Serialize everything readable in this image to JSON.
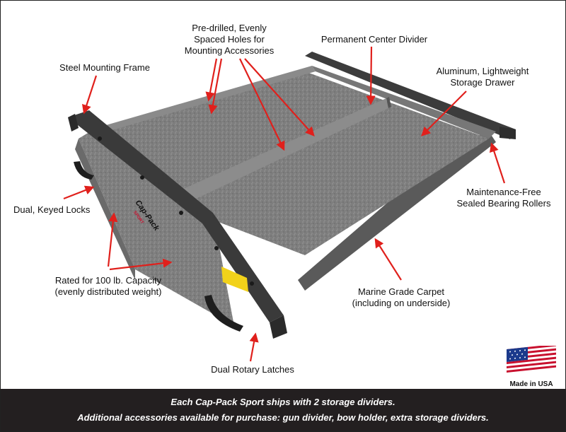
{
  "callouts": {
    "holes": [
      "Pre-drilled, Evenly",
      "Spaced Holes for",
      "Mounting Accessories"
    ],
    "center_divider": "Permanent Center Divider",
    "steel_frame": "Steel Mounting Frame",
    "drawer": [
      "Aluminum, Lightweight",
      "Storage Drawer"
    ],
    "locks": "Dual, Keyed Locks",
    "rollers": [
      "Maintenance-Free",
      "Sealed Bearing Rollers"
    ],
    "capacity": [
      "Rated for 100 lb. Capacity",
      "(evenly distributed weight)"
    ],
    "carpet": [
      "Marine Grade Carpet",
      "(including on underside)"
    ],
    "latches": "Dual Rotary Latches"
  },
  "product": {
    "brand_label": "Cap-Pack",
    "brand_sub": "SPORT"
  },
  "badge": {
    "label": "Made in USA",
    "flag_colors": {
      "red": "#c8102e",
      "blue": "#1b3a8c",
      "white": "#ffffff"
    }
  },
  "footer": {
    "line1": "Each Cap-Pack Sport ships with 2 storage dividers.",
    "line2": "Additional accessories available for purchase: gun divider, bow holder, extra storage dividers."
  },
  "colors": {
    "arrow": "#e0201c",
    "frame": "#3a3a3a",
    "carpet": "#7d7d7d",
    "footer_bg": "#231f20",
    "latch_yellow": "#f2d21a"
  }
}
